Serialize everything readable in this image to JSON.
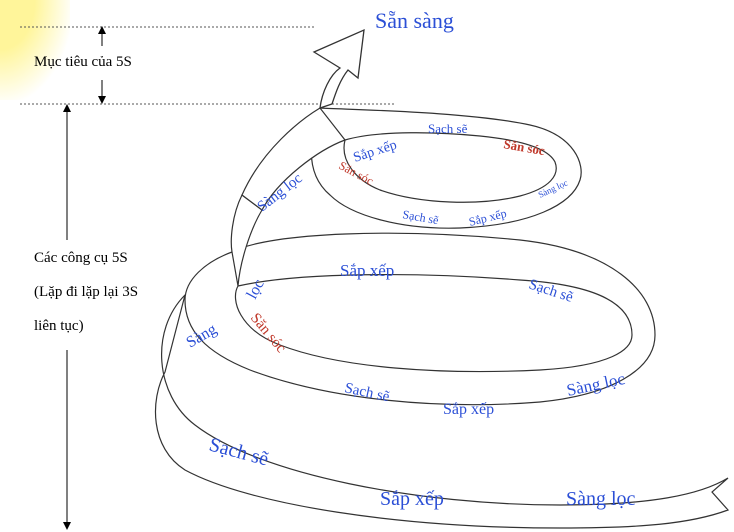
{
  "goal": {
    "label": "Sẵn sàng",
    "caption": "Mục tiêu của 5S"
  },
  "tools": {
    "caption_lines": [
      "Các công cụ 5S",
      "(Lặp đi lặp lại 3S",
      "liên tục)"
    ]
  },
  "spiral_labels": {
    "top_loop": [
      "Sàng lọc",
      "Sắp xếp",
      "Sạch sẽ",
      "Săn sóc",
      "Săn sóc",
      "Sàng lọc",
      "Sắp xếp",
      "Sạch sẽ"
    ],
    "middle_loop": [
      "Sàng",
      "lọc",
      "Săn sóc",
      "Sắp xếp",
      "Sạch sẽ",
      "Sàng lọc",
      "Sắp xếp",
      "Sạch sẽ"
    ],
    "bottom_loop": [
      "Sạch sẽ",
      "Sắp xếp",
      "Sàng lọc"
    ]
  },
  "colors": {
    "blue_text": "#2b4fd6",
    "red_text": "#c0392b",
    "band_fill": "#ffffff",
    "band_stroke": "#333333",
    "highlight": "#fff59a"
  }
}
